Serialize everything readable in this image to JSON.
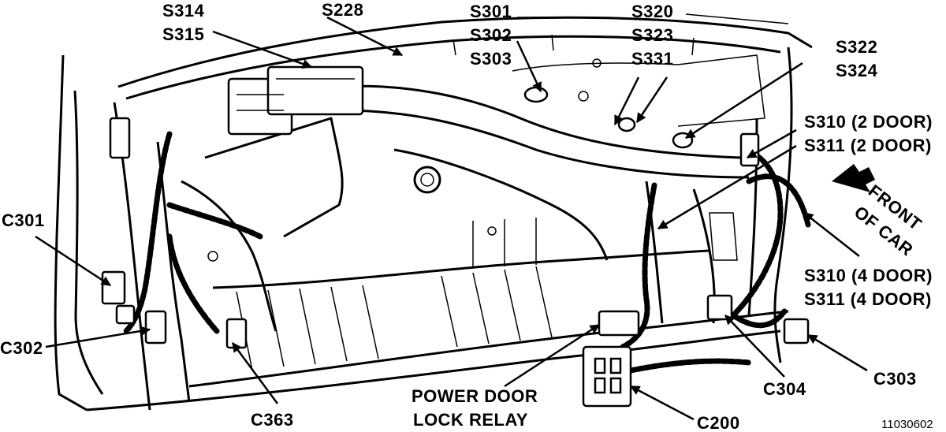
{
  "labels": {
    "s314": "S314",
    "s315": "S315",
    "s228": "S228",
    "s301": "S301",
    "s302": "S302",
    "s303": "S303",
    "s320": "S320",
    "s323": "S323",
    "s331": "S331",
    "s322": "S322",
    "s324": "S324",
    "s310_2door": "S310 (2 DOOR)",
    "s311_2door": "S311 (2 DOOR)",
    "front_line1": "FRONT",
    "front_line2": "OF CAR",
    "s310_4door": "S310 (4 DOOR)",
    "s311_4door": "S311 (4 DOOR)",
    "c301": "C301",
    "c302": "C302",
    "c363": "C363",
    "relay_line1": "POWER DOOR",
    "relay_line2": "LOCK RELAY",
    "c304": "C304",
    "c303": "C303",
    "c200": "C200",
    "figure_id": "11030602"
  },
  "icons": {
    "direction_arrow": "front-of-car-arrow-icon"
  },
  "colors": {
    "ink": "#000000",
    "paper": "#ffffff"
  }
}
